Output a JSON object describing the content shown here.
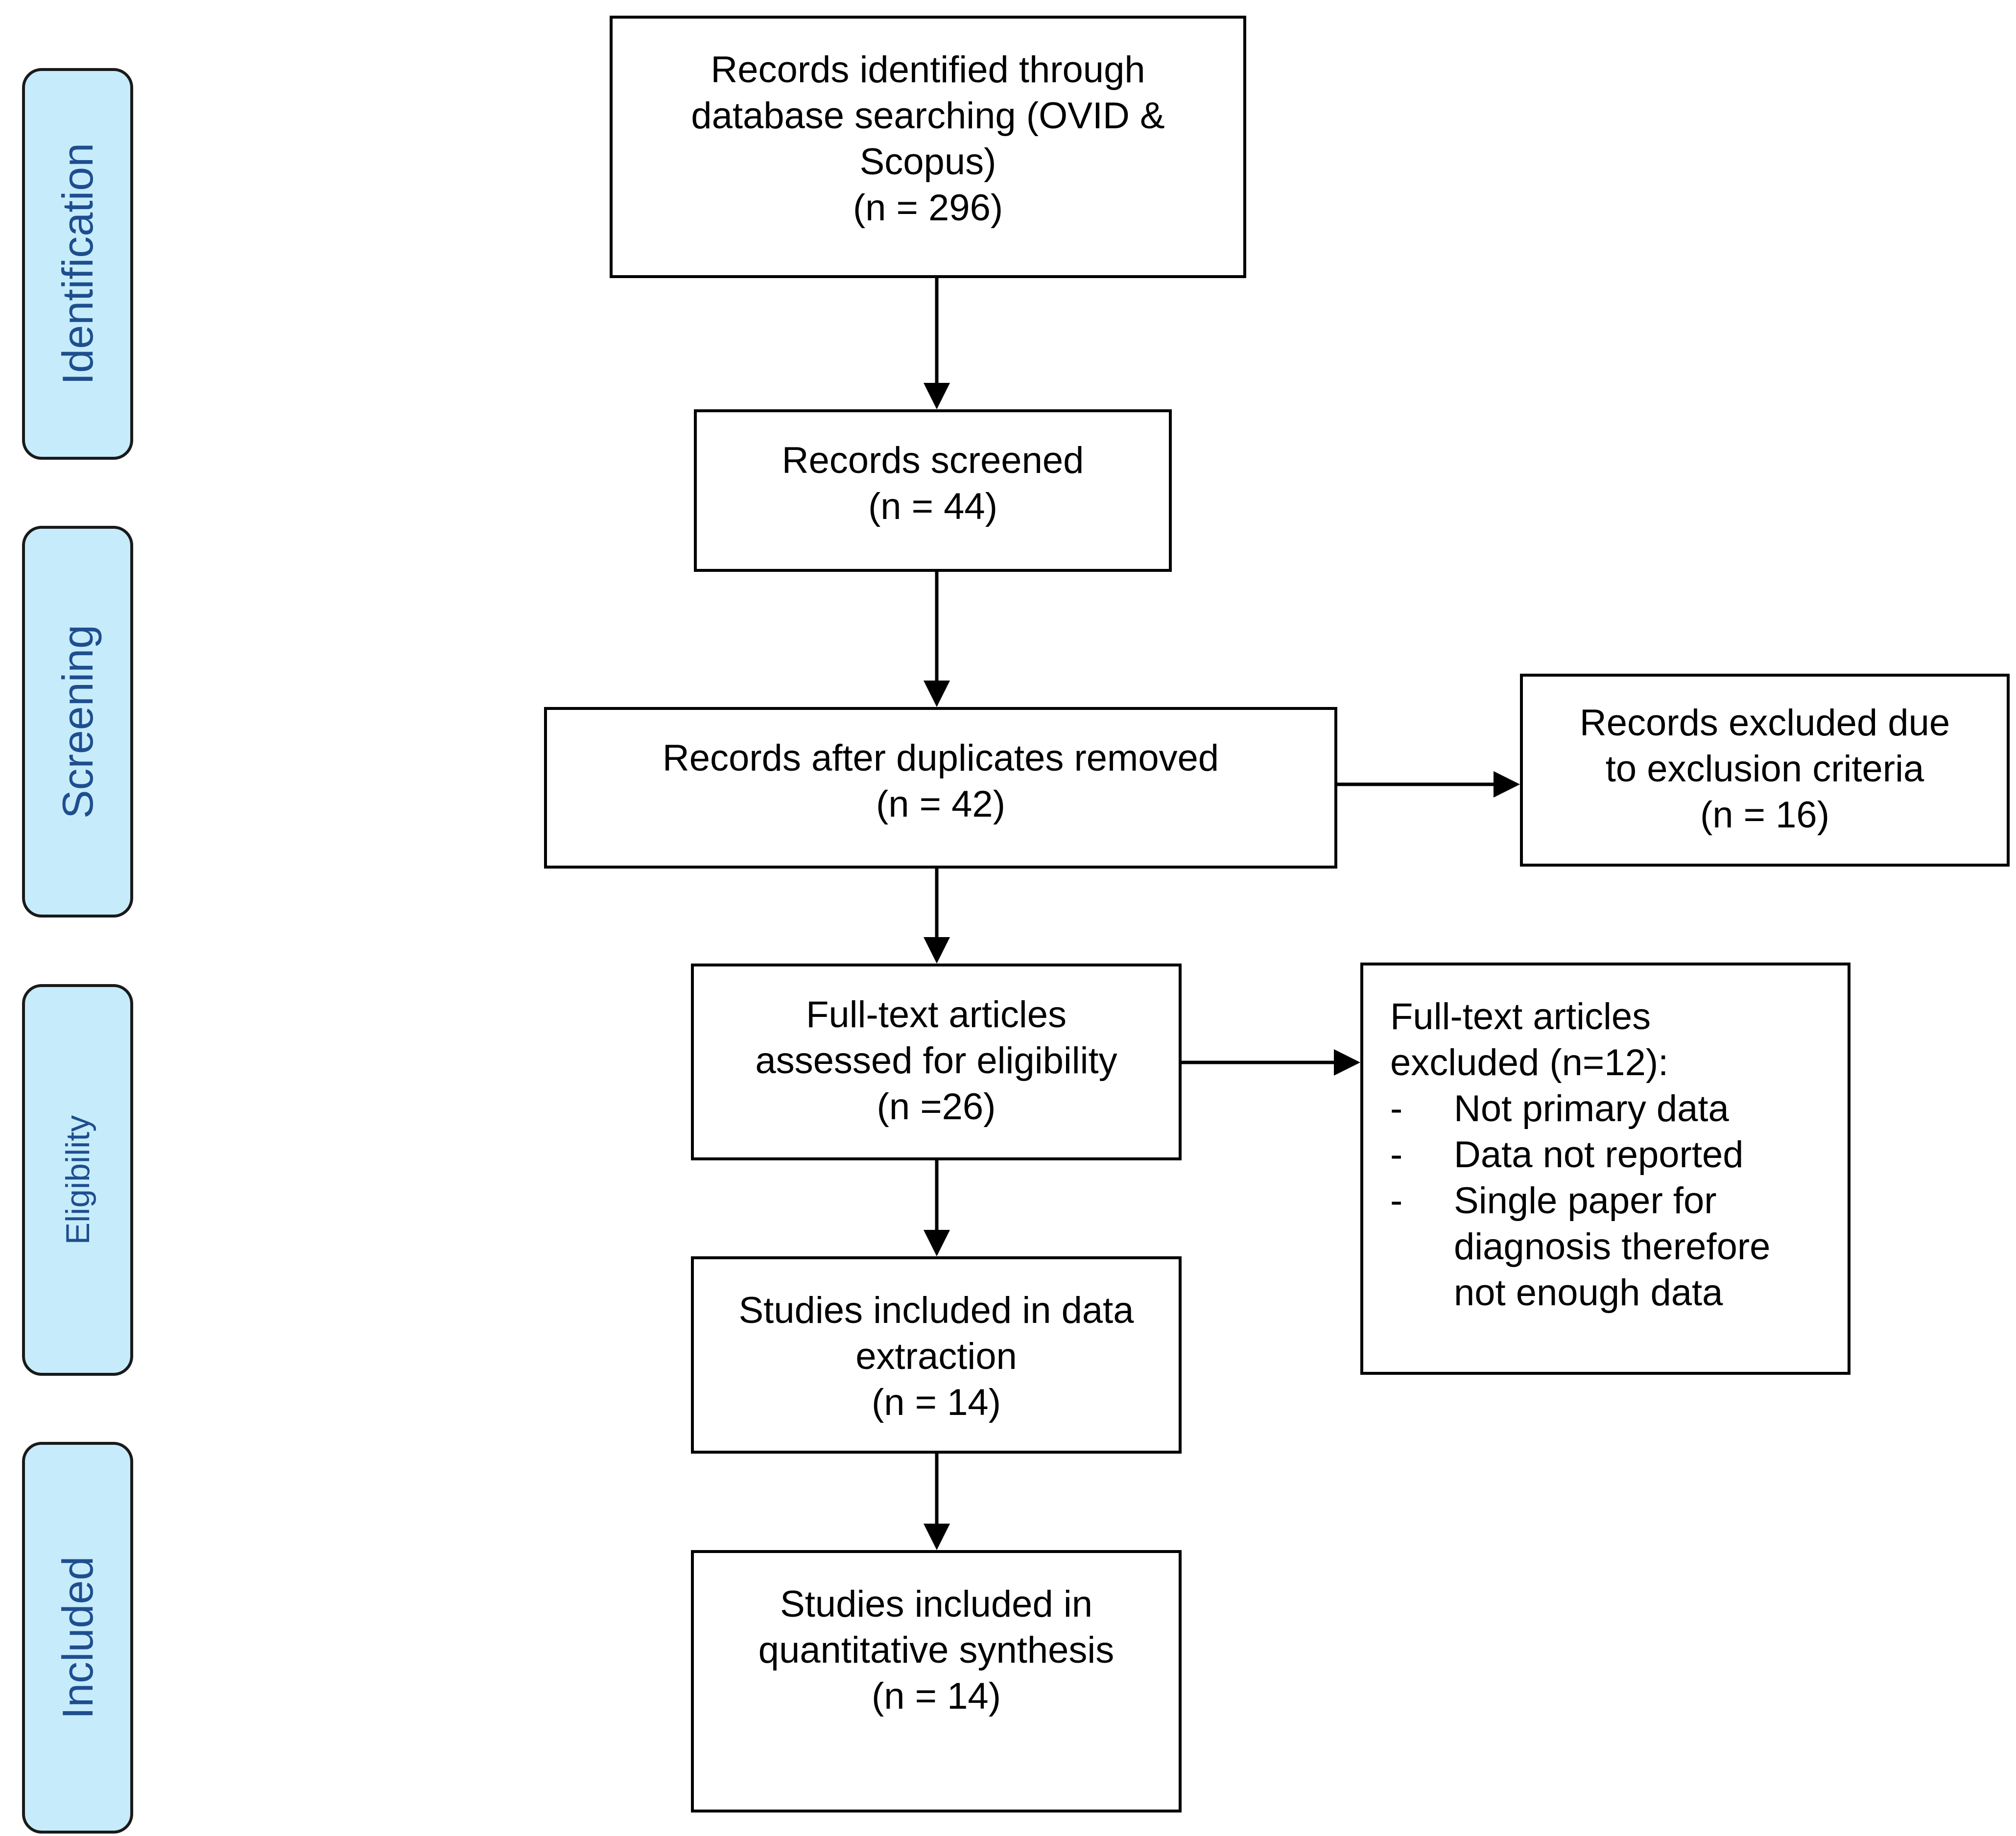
{
  "stages": [
    {
      "id": "identification",
      "label": "Identification"
    },
    {
      "id": "screening",
      "label": "Screening"
    },
    {
      "id": "eligibility",
      "label": "Eligibility"
    },
    {
      "id": "included",
      "label": "Included"
    }
  ],
  "boxes": {
    "identified": {
      "lines": [
        "Records identified through",
        "database searching (OVID &",
        "Scopus)",
        "(n = 296)"
      ]
    },
    "screened": {
      "lines": [
        "Records screened",
        "(n = 44)"
      ]
    },
    "after_duplicates": {
      "lines": [
        "Records after duplicates removed",
        "(n = 42)"
      ]
    },
    "excluded_criteria": {
      "lines": [
        "Records excluded due",
        "to exclusion criteria",
        "(n = 16)"
      ]
    },
    "fulltext_assessed": {
      "lines": [
        "Full-text articles",
        "assessed for eligibility",
        "(n =26)"
      ]
    },
    "fulltext_excluded": {
      "heading": [
        "Full-text articles",
        "excluded (n=12):"
      ],
      "items": [
        {
          "dash": "-",
          "lines": [
            "Not primary data"
          ]
        },
        {
          "dash": "-",
          "lines": [
            "Data not reported"
          ]
        },
        {
          "dash": "-",
          "lines": [
            "Single paper for",
            "diagnosis therefore",
            "not enough data"
          ]
        }
      ]
    },
    "data_extraction": {
      "lines": [
        "Studies included in data",
        "extraction",
        "(n = 14)"
      ]
    },
    "quantitative": {
      "lines": [
        "Studies included in",
        "quantitative synthesis",
        "(n = 14)"
      ]
    }
  }
}
